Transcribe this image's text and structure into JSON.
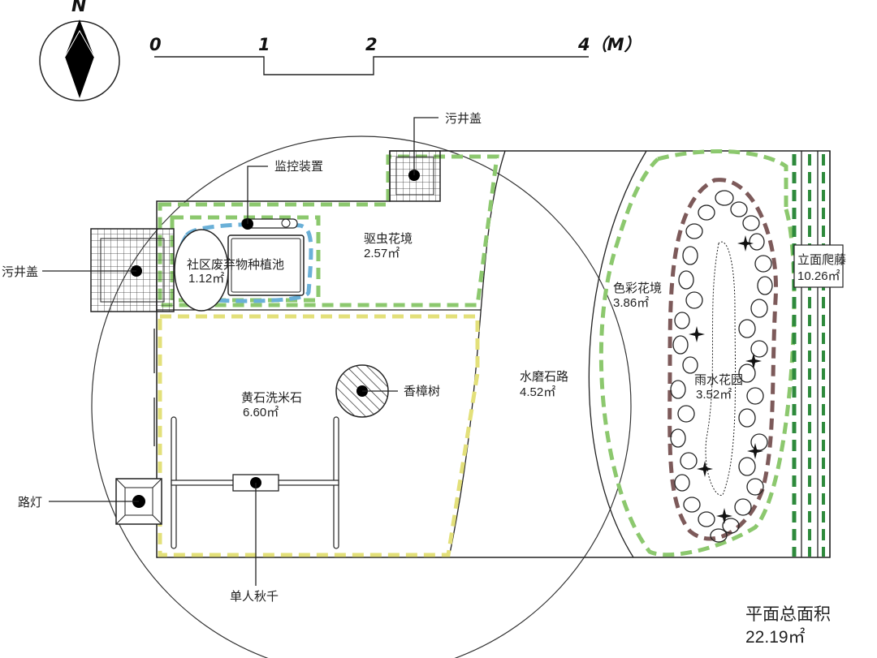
{
  "compass": {
    "label": "N"
  },
  "scale_bar": {
    "ticks": [
      "0",
      "1",
      "2",
      "4（M）"
    ]
  },
  "labels": {
    "manhole_top": "污井盖",
    "manhole_left": "污井盖",
    "monitor": "监控装置",
    "waste_pool_name": "社区废弃物种植池",
    "waste_pool_area": "1.12㎡",
    "pest_border_name": "驱虫花境",
    "pest_border_area": "2.57㎡",
    "camphor_tree": "香樟树",
    "yellow_stone_name": "黄石洗米石",
    "yellow_stone_area": "6.60㎡",
    "terrazzo_name": "水磨石路",
    "terrazzo_area": "4.52㎡",
    "color_border_name": "色彩花境",
    "color_border_area": "3.86㎡",
    "rain_garden_name": "雨水花园",
    "rain_garden_area": "3.52㎡",
    "vertical_vine_name": "立面爬藤",
    "vertical_vine_area": "10.26㎡",
    "street_lamp": "路灯",
    "swing": "单人秋千",
    "total_area_title": "平面总面积",
    "total_area_value": "22.19㎡"
  },
  "colors": {
    "green_dash": "#8cc86e",
    "dark_green_dash": "#2e8a3c",
    "yellow_dash": "#e3e07a",
    "blue_dash": "#6ab0d8",
    "brown_dash": "#7d5a5a"
  }
}
